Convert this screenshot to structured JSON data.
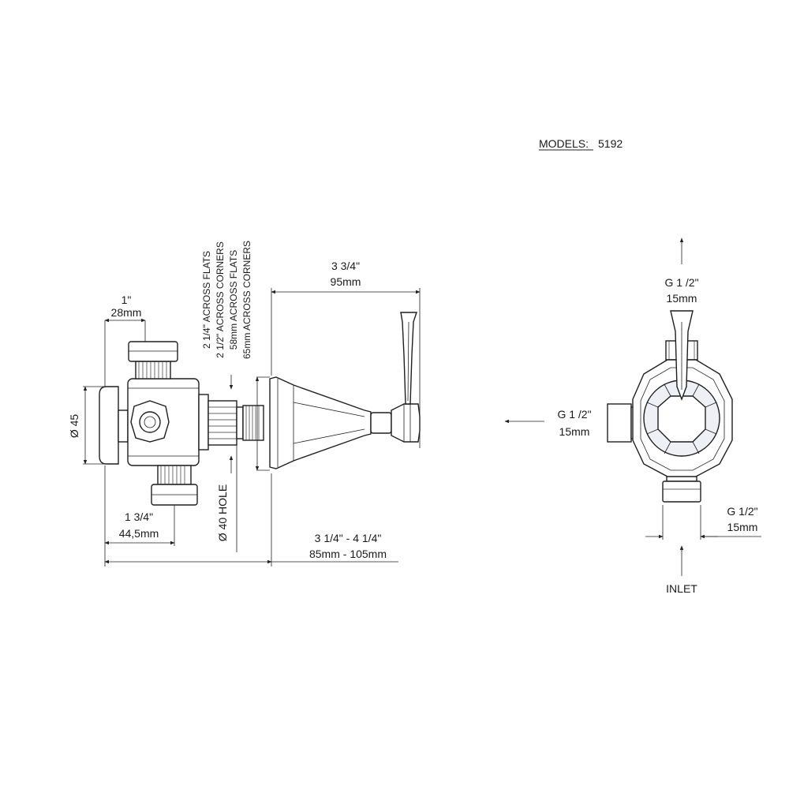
{
  "models": {
    "label": "MODELS:",
    "value": "5192"
  },
  "side_view": {
    "top_pipe_imperial": "1\"",
    "top_pipe_metric": "28mm",
    "diameter_label": "Ø 45",
    "bottom_pipe_imperial": "1 3/4\"",
    "bottom_pipe_metric": "44,5mm",
    "hole_label": "Ø 40 HOLE",
    "flats_lines": [
      "2 1/4\" ACROSS FLATS",
      "2 1/2\" ACROSS CORNERS",
      "58mm ACROSS FLATS",
      "65mm ACROSS CORNERS"
    ],
    "handle_imperial": "3 3/4\"",
    "handle_metric": "95mm",
    "depth_imperial": "3 1/4\" - 4 1/4\"",
    "depth_metric": "85mm - 105mm"
  },
  "front_view": {
    "top_outlet_imperial": "G 1 /2\"",
    "top_outlet_metric": "15mm",
    "left_outlet_imperial": "G 1 /2\"",
    "left_outlet_metric": "15mm",
    "bottom_outlet_imperial": "G 1/2\"",
    "bottom_outlet_metric": "15mm",
    "inlet_label": "INLET"
  }
}
